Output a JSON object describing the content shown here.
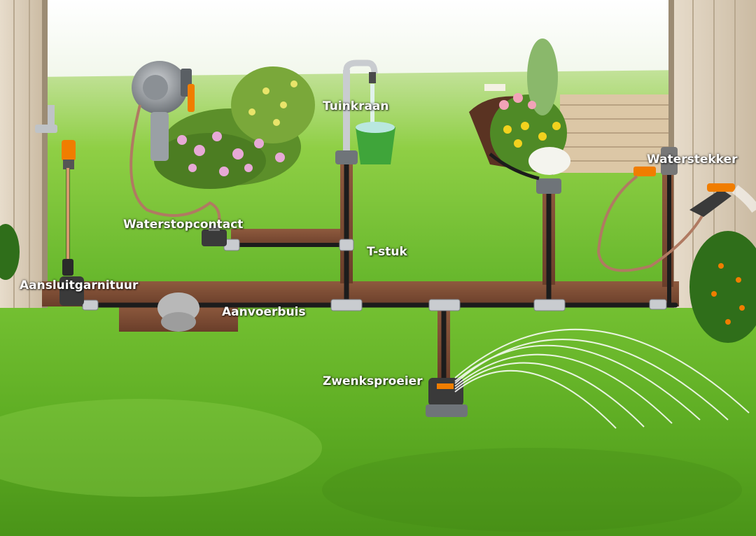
{
  "labels": {
    "tuinkraan": "Tuinkraan",
    "waterstekker": "Waterstekker",
    "waterstopcontact": "Waterstopcontact",
    "t_stuk": "T-stuk",
    "aansluitgarnituur": "Aansluitgarnituur",
    "aanvoerbuis": "Aanvoerbuis",
    "zwenksproeier": "Zwenksproeier"
  },
  "colors": {
    "lawn": "#6fbf2e",
    "lawn_dark": "#4f9a1d",
    "soil": "#7a4a33",
    "pipe": "#1c1c1c",
    "hose": "#b07a62",
    "accent_orange": "#f07d00",
    "fence": "#d9ccb8",
    "bucket": "#3fa53a"
  },
  "icons": [
    "tap-icon",
    "hose-reel-icon",
    "garden-tap-icon",
    "bucket-icon",
    "sprinkler-icon",
    "spray-gun-icon",
    "water-socket-icon",
    "t-piece-icon"
  ]
}
